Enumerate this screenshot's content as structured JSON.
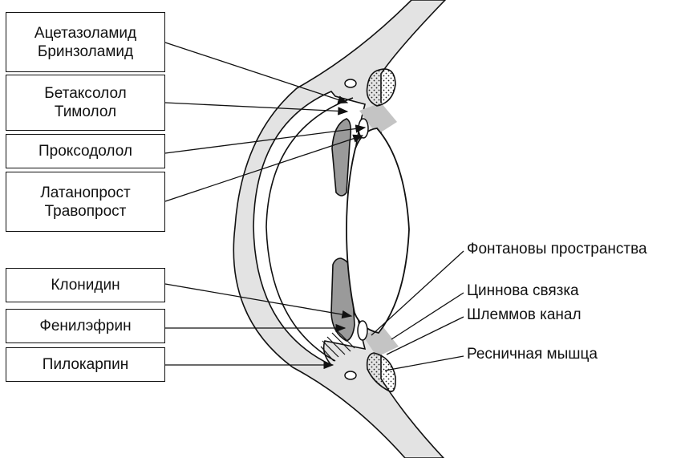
{
  "drug_boxes": [
    {
      "lines": [
        "Ацетазоламид",
        "Бринзоламид"
      ]
    },
    {
      "lines": [
        "Бетаксолол",
        "Тимолол"
      ]
    },
    {
      "lines": [
        "Проксодолол"
      ]
    },
    {
      "lines": [
        "Латанопрост",
        "Травопрост"
      ]
    },
    {
      "lines": [
        "Клонидин"
      ]
    },
    {
      "lines": [
        "Фенилэфрин"
      ]
    },
    {
      "lines": [
        "Пилокарпин"
      ]
    }
  ],
  "structure_labels": [
    "Фонтановы пространства",
    "Циннова связка",
    "Шлеммов канал",
    "Ресничная мышца"
  ],
  "colors": {
    "tissue": "#e3e3e3",
    "iris": "#9a9a9a",
    "highlight": "#c4c4c4",
    "outline": "#111111"
  }
}
